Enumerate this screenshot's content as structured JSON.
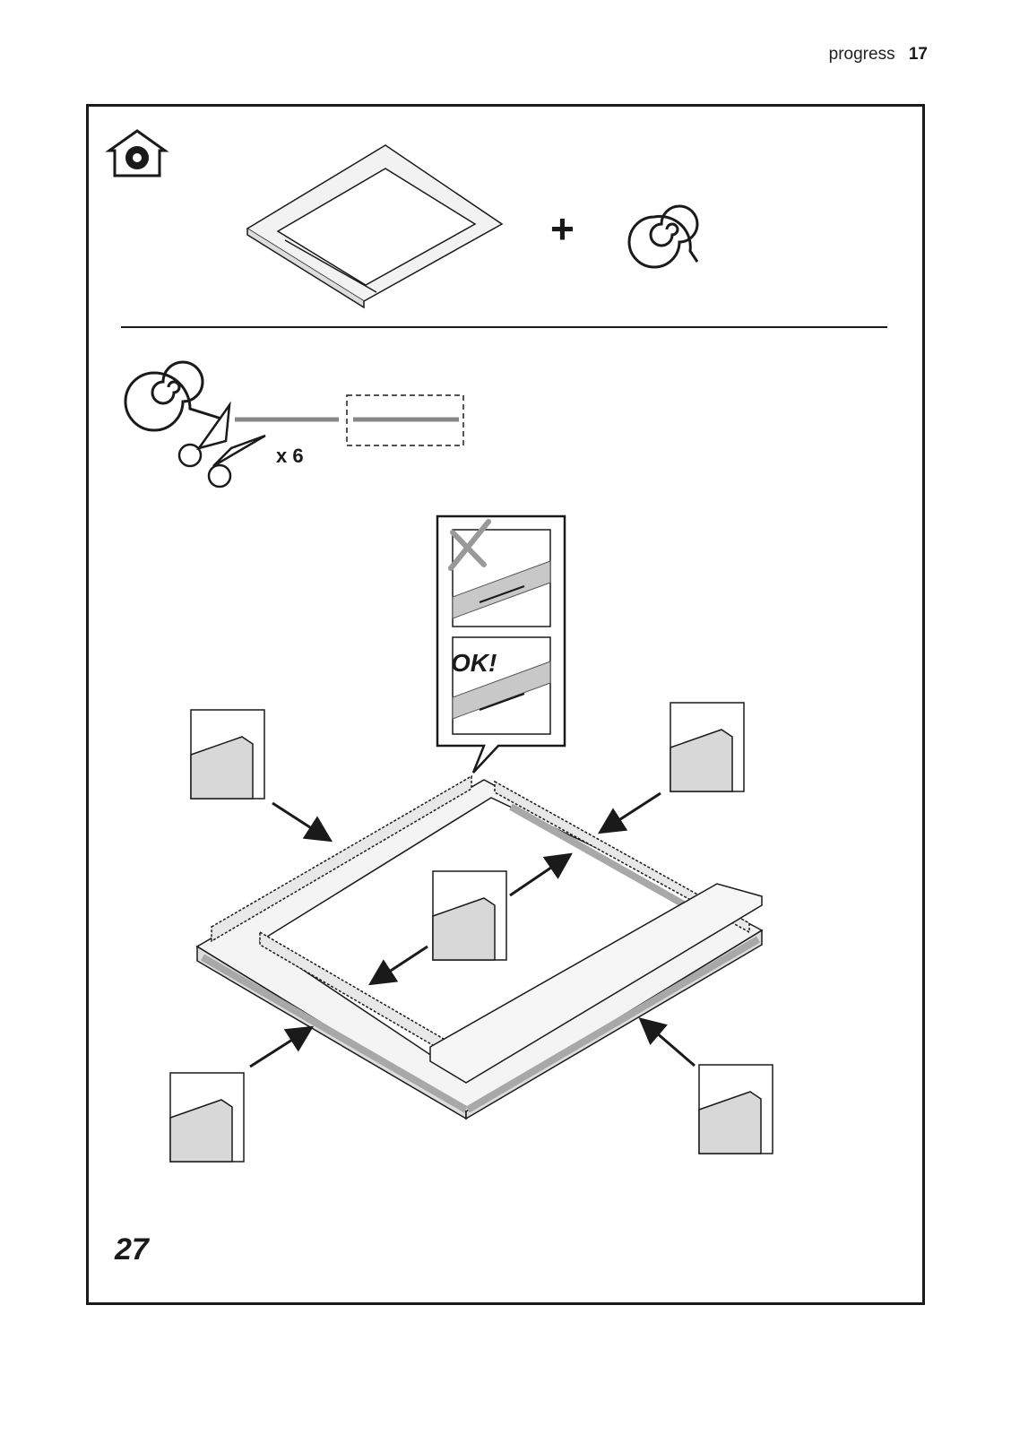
{
  "header": {
    "brand": "progress",
    "page_number": "17"
  },
  "step": {
    "number": "27"
  },
  "cut_instruction": {
    "multiplier": "x 6"
  },
  "plus_sign": "+",
  "detail_callout": {
    "ok_label": "OK!"
  },
  "icons": {
    "house": "house-fan-icon",
    "seal_roll": "spiral-tape-icon",
    "scissors": "scissors-icon",
    "wrong": "cross-mark-icon"
  },
  "colors": {
    "ink": "#1a1a1a",
    "tape": "#a8a8a8",
    "panel": "#d8d8d8"
  }
}
